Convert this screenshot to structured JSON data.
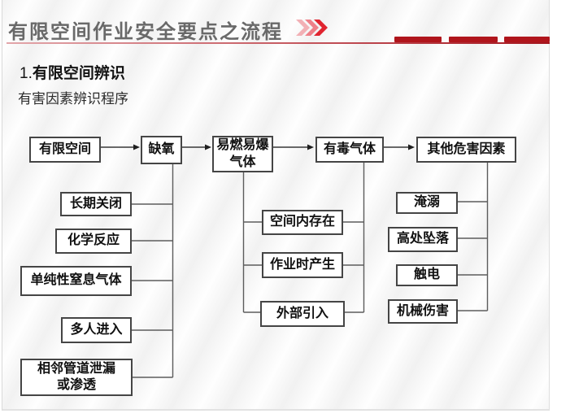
{
  "header": {
    "title": "有限空间作业安全要点之流程",
    "chevron_icon": "triple-chevron-right",
    "colors": {
      "title_gray": "#696969",
      "chevron_light": "#f2b0b5",
      "chevron_mid": "#ee7f88",
      "chevron_dark": "#e0242f",
      "underline_red": "#a3151e",
      "dash_red": "#b0151c"
    }
  },
  "section": {
    "number": "1.",
    "title": "有限空间辨识",
    "subtitle": "有害因素辨识程序"
  },
  "chart_data": {
    "type": "flowchart",
    "top_row": [
      "有限空间",
      "缺氧",
      "易燃易爆气体",
      "有毒气体",
      "其他危害因素"
    ],
    "branches": [
      {
        "parent": "缺氧",
        "children": [
          "长期关闭",
          "化学反应",
          "单纯性窒息气体",
          "多人进入",
          "相邻管道泄漏或渗透"
        ]
      },
      {
        "parent": "易燃易爆气体 / 有毒气体",
        "children": [
          "空间内存在",
          "作业时产生",
          "外部引入"
        ]
      },
      {
        "parent": "其他危害因素",
        "children": [
          "淹溺",
          "高处坠落",
          "触电",
          "机械伤害"
        ]
      }
    ],
    "arrow_edges": [
      [
        "有限空间",
        "缺氧"
      ],
      [
        "缺氧",
        "易燃易爆气体"
      ],
      [
        "易燃易爆气体",
        "有毒气体"
      ],
      [
        "有毒气体",
        "其他危害因素"
      ]
    ]
  },
  "flowchart": {
    "nodes": {
      "confined_space": "有限空间",
      "oxygen_deficiency": "缺氧",
      "flammable_explosive_gas": "易燃易爆\n气体",
      "toxic_gas": "有毒气体",
      "other_hazards": "其他危害因素",
      "long_term_closure": "长期关闭",
      "chemical_reaction": "化学反应",
      "simple_asphyxiating_gas": "单纯性窒息气体",
      "multiple_people_entering": "多人进入",
      "adjacent_pipeline_leak": "相邻管道泄漏\n或渗透",
      "existing_in_space": "空间内存在",
      "generated_during_work": "作业时产生",
      "external_introduction": "外部引入",
      "drowning": "淹溺",
      "fall_from_height": "高处坠落",
      "electric_shock": "触电",
      "mechanical_injury": "机械伤害"
    }
  }
}
